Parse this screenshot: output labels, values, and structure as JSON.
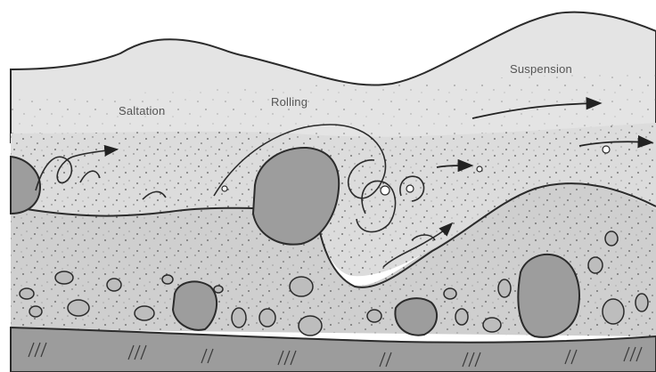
{
  "labels": {
    "saltation": "Saltation",
    "rolling": "Rolling",
    "suspension": "Suspension"
  },
  "colors": {
    "water": "#e4e4e4",
    "upper_sediment": "#dcdcdc",
    "lower_sediment": "#cfcfcf",
    "bedrock": "#9c9c9c",
    "rock": "#9d9d9d",
    "outline": "#2b2b2b"
  }
}
